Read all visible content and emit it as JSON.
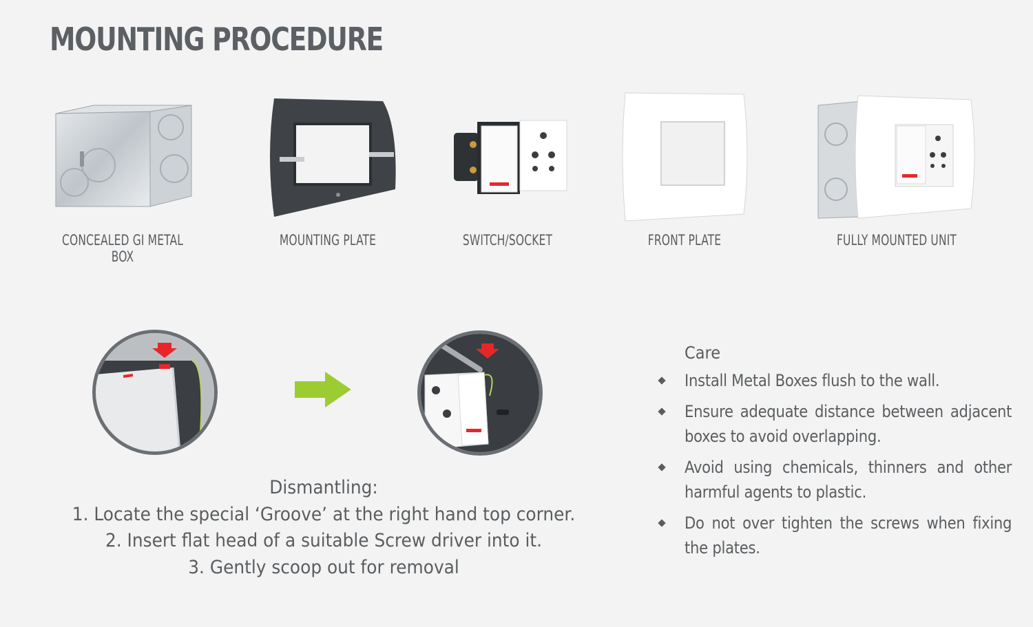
{
  "title": "MOUNTING PROCEDURE",
  "steps": [
    {
      "label": "CONCEALED GI METAL BOX",
      "icon": "metal-box-icon"
    },
    {
      "label": "MOUNTING PLATE",
      "icon": "mounting-plate-icon"
    },
    {
      "label": "SWITCH/SOCKET",
      "icon": "switch-socket-icon"
    },
    {
      "label": "FRONT PLATE",
      "icon": "front-plate-icon"
    },
    {
      "label": "FULLY MOUNTED UNIT",
      "icon": "mounted-unit-icon"
    }
  ],
  "dismantling": {
    "heading": "Dismantling:",
    "steps": [
      "1. Locate the special ‘Groove’ at the right hand top corner.",
      "2. Insert flat head of a suitable Screw driver into it.",
      "3. Gently scoop out for removal"
    ]
  },
  "care": {
    "title": "Care",
    "items": [
      "Install Metal Boxes flush to the wall.",
      "Ensure adequate distance between adjacent boxes to avoid overlapping.",
      "Avoid using chemicals, thinners and other harmful agents to plastic.",
      "Do not over tighten the screws when fixing the plates."
    ]
  },
  "colors": {
    "background": "#f3f3f3",
    "text": "#5a5d60",
    "arrow_green": "#9ccc32",
    "indicator_red": "#e8262a"
  }
}
